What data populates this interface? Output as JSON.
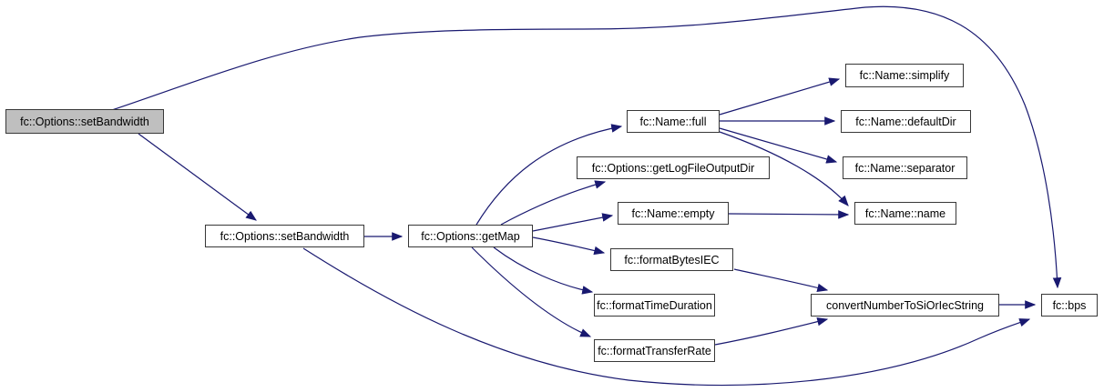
{
  "diagram": {
    "type": "call-graph",
    "nodes": [
      {
        "id": "options-set-bandwidth-caller",
        "label": "fc::Options::setBandwidth",
        "highlighted": true
      },
      {
        "id": "options-set-bandwidth",
        "label": "fc::Options::setBandwidth",
        "highlighted": false
      },
      {
        "id": "options-get-map",
        "label": "fc::Options::getMap",
        "highlighted": false
      },
      {
        "id": "name-full",
        "label": "fc::Name::full",
        "highlighted": false
      },
      {
        "id": "options-get-log-file-output-dir",
        "label": "fc::Options::getLogFileOutputDir",
        "highlighted": false
      },
      {
        "id": "name-empty",
        "label": "fc::Name::empty",
        "highlighted": false
      },
      {
        "id": "format-bytes-iec",
        "label": "fc::formatBytesIEC",
        "highlighted": false
      },
      {
        "id": "format-time-duration",
        "label": "fc::formatTimeDuration",
        "highlighted": false
      },
      {
        "id": "format-transfer-rate",
        "label": "fc::formatTransferRate",
        "highlighted": false
      },
      {
        "id": "name-simplify",
        "label": "fc::Name::simplify",
        "highlighted": false
      },
      {
        "id": "name-default-dir",
        "label": "fc::Name::defaultDir",
        "highlighted": false
      },
      {
        "id": "name-separator",
        "label": "fc::Name::separator",
        "highlighted": false
      },
      {
        "id": "name-name",
        "label": "fc::Name::name",
        "highlighted": false
      },
      {
        "id": "convert-number-to-si-or-iec-string",
        "label": "convertNumberToSiOrIecString",
        "highlighted": false
      },
      {
        "id": "bps",
        "label": "fc::bps",
        "highlighted": false
      }
    ],
    "edges": [
      {
        "from": "options-set-bandwidth-caller",
        "to": "options-set-bandwidth"
      },
      {
        "from": "options-set-bandwidth-caller",
        "to": "bps"
      },
      {
        "from": "options-set-bandwidth",
        "to": "options-get-map"
      },
      {
        "from": "options-set-bandwidth",
        "to": "bps"
      },
      {
        "from": "options-get-map",
        "to": "name-full"
      },
      {
        "from": "options-get-map",
        "to": "options-get-log-file-output-dir"
      },
      {
        "from": "options-get-map",
        "to": "name-empty"
      },
      {
        "from": "options-get-map",
        "to": "format-bytes-iec"
      },
      {
        "from": "options-get-map",
        "to": "format-time-duration"
      },
      {
        "from": "options-get-map",
        "to": "format-transfer-rate"
      },
      {
        "from": "name-full",
        "to": "name-simplify"
      },
      {
        "from": "name-full",
        "to": "name-default-dir"
      },
      {
        "from": "name-full",
        "to": "name-separator"
      },
      {
        "from": "name-full",
        "to": "name-name"
      },
      {
        "from": "name-empty",
        "to": "name-name"
      },
      {
        "from": "format-bytes-iec",
        "to": "convert-number-to-si-or-iec-string"
      },
      {
        "from": "format-transfer-rate",
        "to": "convert-number-to-si-or-iec-string"
      },
      {
        "from": "convert-number-to-si-or-iec-string",
        "to": "bps"
      }
    ],
    "colors": {
      "edge": "#191970",
      "node_border": "#383838",
      "node_fill": "#ffffff",
      "highlight_fill": "#bfbfbf",
      "background": "#ffffff"
    }
  }
}
